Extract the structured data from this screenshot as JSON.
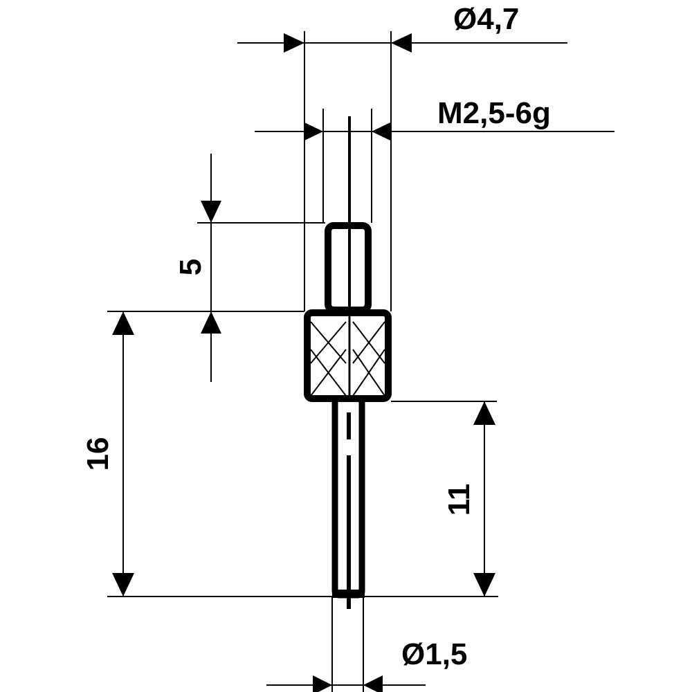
{
  "dimensions": {
    "outer_diameter": "Ø4,7",
    "thread": "M2,5-6g",
    "thread_length": "5",
    "total_length": "16",
    "stylus_length": "11",
    "stylus_diameter": "Ø1,5"
  },
  "colors": {
    "line": "#000000",
    "background": "#ffffff"
  }
}
